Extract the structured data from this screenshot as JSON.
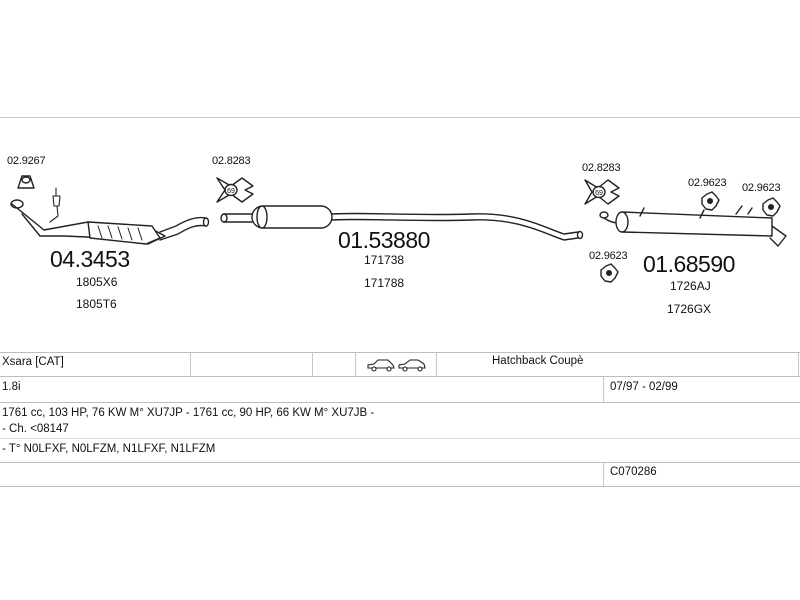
{
  "parts": {
    "clamp_left_code": "02.9267",
    "front_pipe_code": "04.3453",
    "front_pipe_ref1": "1805X6",
    "front_pipe_ref2": "1805T6",
    "mount_front_code": "02.8283",
    "mount_front_badge": "69",
    "middle_code": "01.53880",
    "middle_ref1": "171738",
    "middle_ref2": "171788",
    "mount_rear_code": "02.8283",
    "mount_rear_badge": "69",
    "rubber_a_code": "02.9623",
    "rubber_b_code": "02.9623",
    "rubber_c_code": "02.9623",
    "rear_code": "01.68590",
    "rear_ref1": "1726AJ",
    "rear_ref2": "1726GX"
  },
  "vehicle": {
    "model": "Xsara  [CAT]",
    "body_type": "Hatchback Coupè",
    "engine": "1.8i",
    "period": "07/97 - 02/99",
    "engine_details": "1761 cc, 103 HP, 76 KW M° XU7JP - 1761 cc, 90 HP, 66 KW M° XU7JB -",
    "chassis": "- Ch. <08147",
    "type_codes": "- T° N0LFXF, N0LFZM, N1LFXF, N1LFZM",
    "catalog_ref": "C070286"
  },
  "colors": {
    "line": "#222222",
    "rule": "#bdbdbd",
    "part_fill": "#ffffff"
  }
}
